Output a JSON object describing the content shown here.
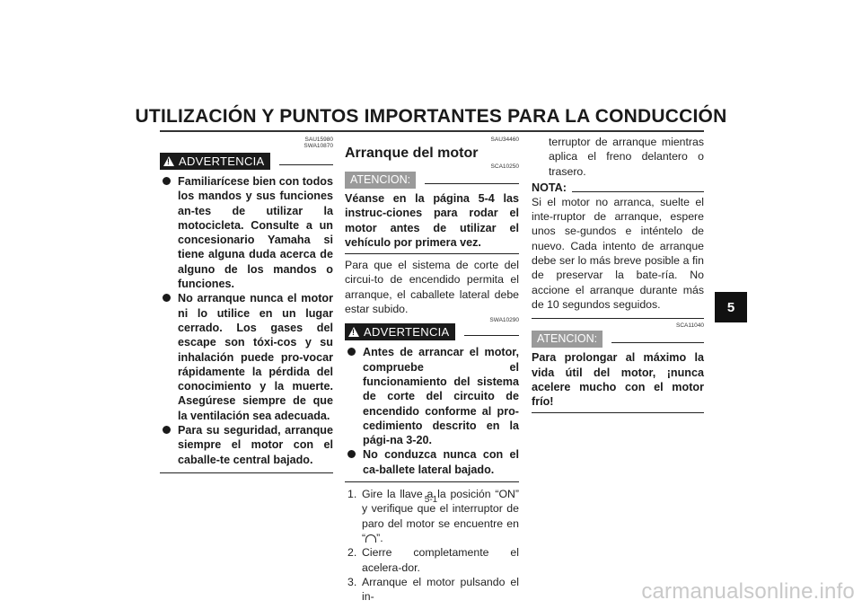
{
  "header": {
    "title": "UTILIZACIÓN Y PUNTOS IMPORTANTES PARA LA CONDUCCIÓN",
    "section_tab": "5"
  },
  "col1": {
    "codes": [
      "SAU15980",
      "SWA10870"
    ],
    "warning_label": "ADVERTENCIA",
    "bullets": [
      "Familiarícese bien con todos los mandos y sus funciones an-tes de utilizar la motocicleta. Consulte a un concesionario Yamaha si tiene alguna duda acerca de alguno de los mandos o funciones.",
      "No arranque nunca el motor ni lo utilice en un lugar cerrado. Los gases del escape son tóxi-cos y su inhalación puede pro-vocar rápidamente la pérdida del conocimiento y la muerte. Asegúrese siempre de que la ventilación sea adecuada.",
      "Para su seguridad, arranque siempre el motor con el caballe-te central bajado."
    ]
  },
  "col2": {
    "code_section": "SAU34460",
    "heading": "Arranque del motor",
    "code_attn": "SCA10250",
    "attention_label": "ATENCION:",
    "attention_text": "Véanse en la página 5-4 las instruc-ciones para rodar el motor antes de utilizar el vehículo por primera vez.",
    "paragraph": "Para que el sistema de corte del circui-to de encendido permita el arranque, el caballete lateral debe estar subido.",
    "code_warn": "SWA10290",
    "warning_label": "ADVERTENCIA",
    "bullets": [
      "Antes de arrancar el motor, compruebe el funcionamiento del sistema de corte del circuito de encendido conforme al pro-cedimiento descrito en la pági-na 3-20.",
      "No conduzca nunca con el ca-ballete lateral bajado."
    ],
    "steps": [
      {
        "n": "1.",
        "text_a": "Gire la llave a la posición “ON” y verifique que el interruptor de paro del motor se encuentre en “",
        "text_b": "”."
      },
      {
        "n": "2.",
        "text": "Cierre completamente el acelera-dor."
      },
      {
        "n": "3.",
        "text": "Arranque el motor pulsando el in-"
      }
    ],
    "symbol_icon": "engine-run-symbol-icon"
  },
  "col3": {
    "continuation": "terruptor de arranque mientras aplica el freno delantero o trasero.",
    "note_label": "NOTA:",
    "note_text": "Si el motor no arranca, suelte el inte-rruptor de arranque, espere unos se-gundos e inténtelo de nuevo. Cada intento de arranque debe ser lo más breve posible a fin de preservar la bate-ría. No accione el arranque durante más de 10 segundos seguidos.",
    "code_attn": "SCA11040",
    "attention_label": "ATENCION:",
    "attention_text": "Para prolongar al máximo la vida útil del motor, ¡nunca acelere mucho con el motor frío!"
  },
  "footer": {
    "page_number": "5-1",
    "watermark": "carmanualsonline.info"
  }
}
